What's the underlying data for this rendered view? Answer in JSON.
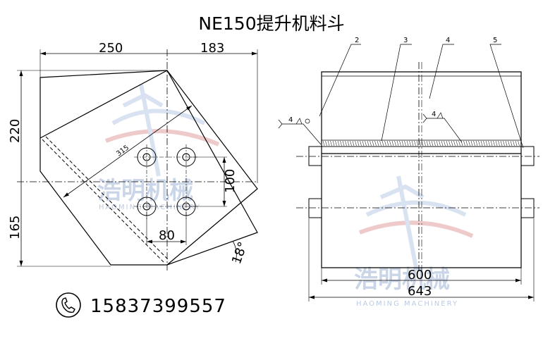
{
  "title": "NE150提升机料斗",
  "left_view": {
    "dim_width_left": "250",
    "dim_width_right": "183",
    "dim_height_upper": "220",
    "dim_height_lower": "165",
    "dim_diagonal": "315",
    "dim_hole_vertical": "100",
    "dim_hole_horizontal": "80",
    "dim_angle": "18°"
  },
  "right_view": {
    "callout_2": "2",
    "callout_3": "3",
    "callout_4": "4",
    "callout_5": "5",
    "weld_left": "4",
    "weld_right": "4",
    "dim_inner_width": "600",
    "dim_outer_width": "643"
  },
  "contact": {
    "phone_icon": "phone-icon",
    "phone_number": "15837399557"
  },
  "watermark": {
    "brand_cn": "浩明机械",
    "brand_en": "HAOMING MACHINERY",
    "color": "#9fb4d6"
  }
}
